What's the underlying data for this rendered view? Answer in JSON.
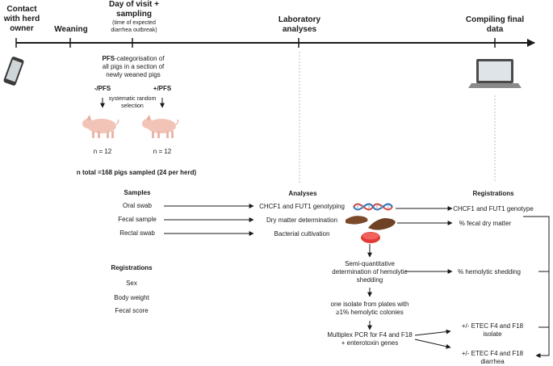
{
  "timeline": {
    "steps": [
      {
        "label_line1": "Contact",
        "label_line2": "with herd",
        "label_line3": "owner"
      },
      {
        "label_line1": "Weaning"
      },
      {
        "label_line1": "Day of visit +",
        "label_line2": "sampling",
        "sub_line1": "(time of expected",
        "sub_line2": "diarrhea outbreak)"
      },
      {
        "label_line1": "Laboratory",
        "label_line2": "analyses"
      },
      {
        "label_line1": "Compiling final",
        "label_line2": "data"
      }
    ]
  },
  "visit": {
    "pfs_bold": "PFS",
    "pfs_rest": "-categorisation of",
    "pfs_line2": "all pigs in a section of",
    "pfs_line3": "newly weaned pigs",
    "group_neg": "-/PFS",
    "group_pos": "+/PFS",
    "selection_line1": "systematic random",
    "selection_line2": "selection",
    "n_neg": "n = 12",
    "n_pos": "n = 12",
    "total": "n total =168 pigs sampled (24 per herd)"
  },
  "samples": {
    "title": "Samples",
    "items": [
      "Oral swab",
      "Fecal sample",
      "Rectal swab"
    ]
  },
  "registrations_left": {
    "title": "Registrations",
    "items": [
      "Sex",
      "Body weight",
      "Fecal score"
    ]
  },
  "analyses": {
    "title": "Analyses",
    "items": [
      "CHCF1 and FUT1 genotyping",
      "Dry matter determination",
      "Bacterial cultivation"
    ],
    "step1_line1": "Semi-quantitative",
    "step1_line2": "determination of hemolytic",
    "step1_line3": "shedding",
    "step2_line1": "one isolate from plates with",
    "step2_line2": "≥1% hemolytic colonies",
    "step3_line1": "Multiplex PCR for F4 and F18",
    "step3_line2": "+ enterotoxin genes"
  },
  "registrations_right": {
    "title": "Registrations",
    "item1": "CHCF1 and FUT1 genotype",
    "item2": "% fecal dry matter",
    "item3": "% hemolytic shedding",
    "item4_line1": "+/- ETEC F4 and F18",
    "item4_line2": "isolate",
    "item5_line1": "+/- ETEC F4 and F18",
    "item5_line2": "diarrhea"
  },
  "icons": [
    "phone-icon",
    "piglet-icon",
    "laptop-icon",
    "dna-icon",
    "feces-icon",
    "petri-dish-icon"
  ],
  "colors": {
    "dna_red": "#d8433b",
    "dna_blue": "#2d6fb5",
    "feces": "#7a4a2a",
    "petri": "#e23a36",
    "pig": "#f2c4b8"
  }
}
